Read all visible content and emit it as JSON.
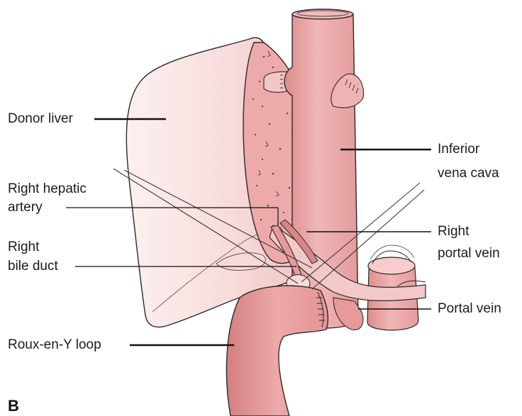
{
  "figure": {
    "panel_letter": "B",
    "labels": {
      "donor_liver": "Donor liver",
      "right_hepatic_artery_1": "Right hepatic",
      "right_hepatic_artery_2": "artery",
      "right_bile_duct_1": "Right",
      "right_bile_duct_2": "bile duct",
      "roux_en_y_loop": "Roux-en-Y loop",
      "inferior_vena_cava_1": "Inferior",
      "inferior_vena_cava_2": "vena cava",
      "right_portal_vein_1": "Right",
      "right_portal_vein_2": "portal vein",
      "portal_vein": "Portal vein"
    },
    "colors": {
      "liver_light": "#fbe6e6",
      "liver_mid": "#f4cbcb",
      "cut_surface": "#eeaaaa",
      "vessel": "#e79a9a",
      "vessel_dark": "#d98686",
      "outline": "#2a2a2a"
    }
  }
}
